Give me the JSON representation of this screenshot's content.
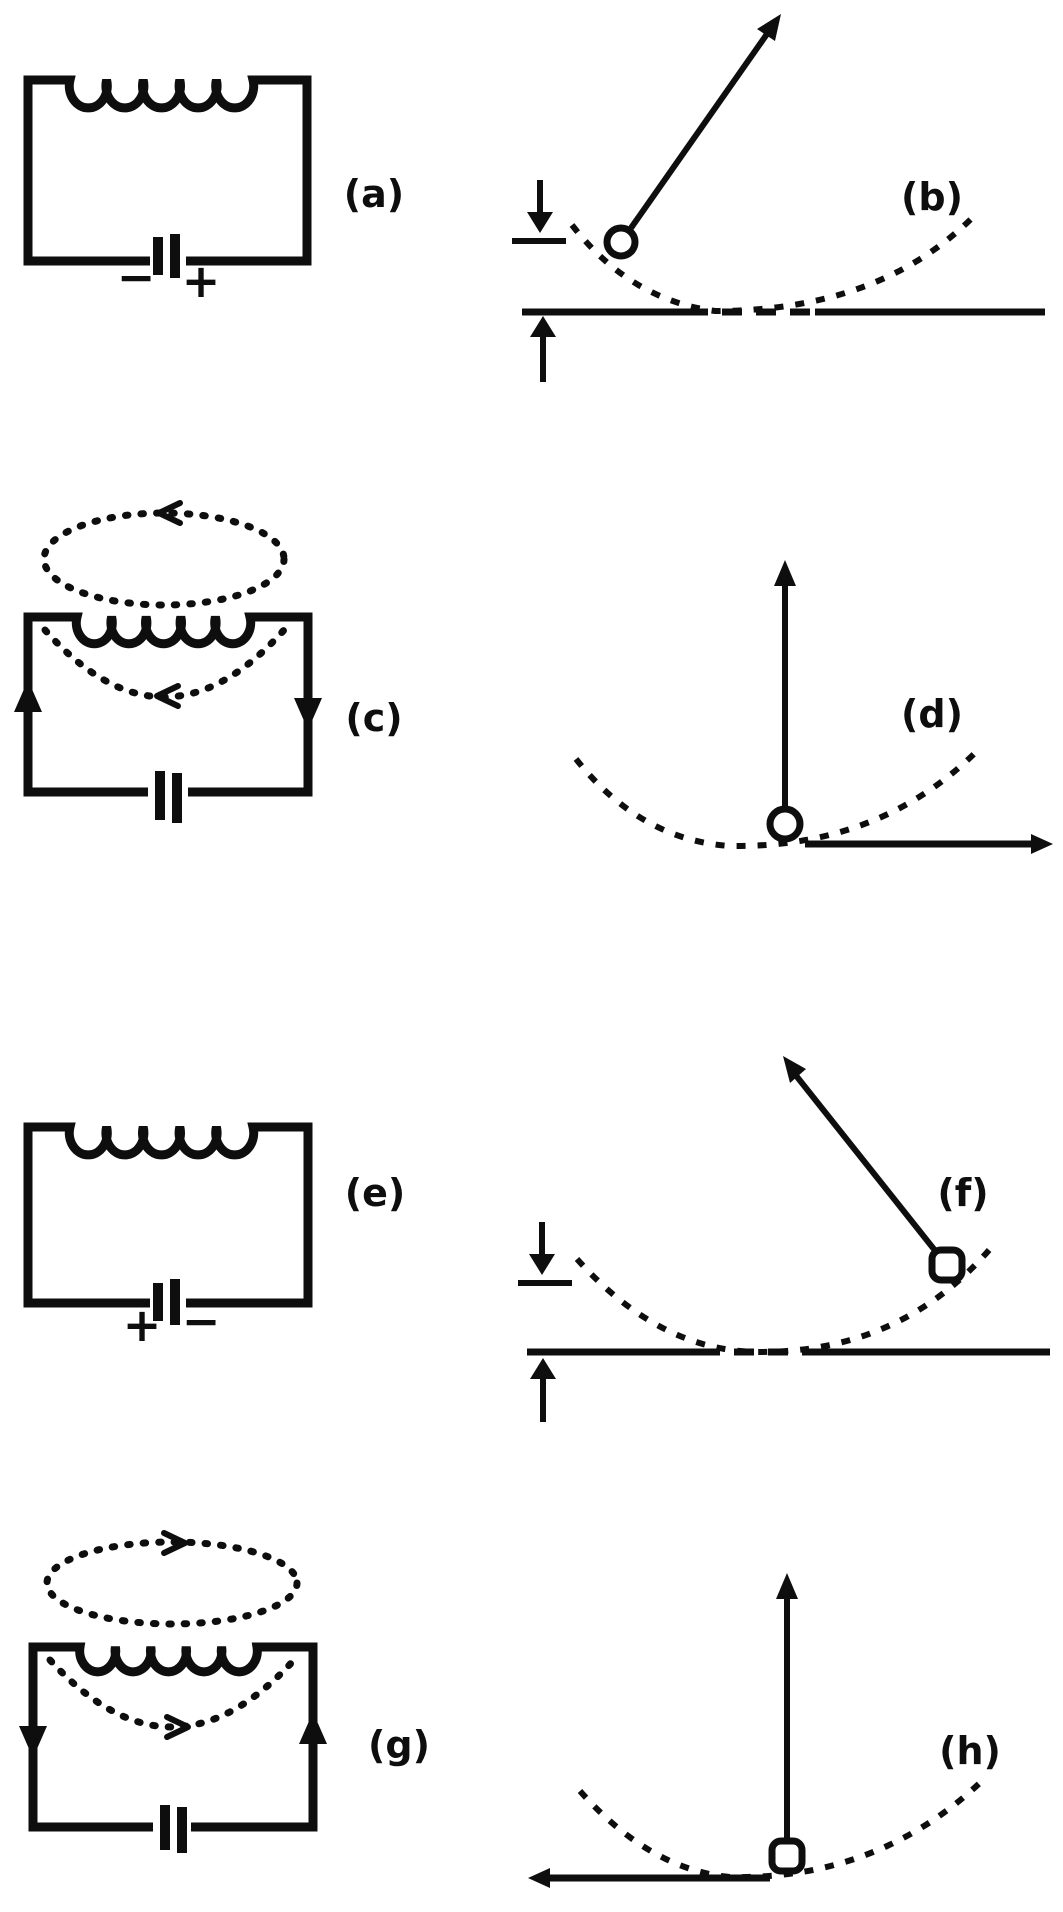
{
  "figure": {
    "title": "LC-circuit and pendulum oscillation analogy, stages (a) through (h)",
    "background_color": "#ffffff",
    "ink_color": "#0e0e0e"
  },
  "panels": {
    "a": {
      "label": "(a)",
      "kind": "LC circuit, capacitor fully charged",
      "capacitor_signs": {
        "left": "−",
        "right": "+"
      },
      "components": [
        "inductor-coil",
        "capacitor",
        "wire-loop"
      ]
    },
    "b": {
      "label": "(b)",
      "kind": "pendulum displaced to left at maximum height",
      "components": [
        "pendulum-rod",
        "pendulum-bob",
        "swing-arc",
        "ground-line",
        "height-down-arrow",
        "height-reference-bar",
        "ground-up-arrow"
      ]
    },
    "c": {
      "label": "(c)",
      "kind": "LC circuit discharging, current flows with magnetic field around coil, field arrows point left",
      "components": [
        "inductor-coil",
        "capacitor",
        "wire-loop",
        "field-line-ellipse",
        "field-line-arc",
        "current-arrow-up-left-wire",
        "current-arrow-down-right-wire"
      ]
    },
    "d": {
      "label": "(d)",
      "kind": "pendulum at lowest point moving right at maximum speed",
      "components": [
        "pendulum-rod",
        "pendulum-bob",
        "swing-arc",
        "velocity-arrow-right"
      ]
    },
    "e": {
      "label": "(e)",
      "kind": "LC circuit, capacitor recharged with opposite polarity",
      "capacitor_signs": {
        "left": "+",
        "right": "−"
      },
      "components": [
        "inductor-coil",
        "capacitor",
        "wire-loop"
      ]
    },
    "f": {
      "label": "(f)",
      "kind": "pendulum displaced to right at maximum height",
      "components": [
        "pendulum-rod",
        "pendulum-bob",
        "swing-arc",
        "ground-line",
        "height-down-arrow",
        "height-reference-bar",
        "ground-up-arrow"
      ]
    },
    "g": {
      "label": "(g)",
      "kind": "LC circuit discharging in reverse, field arrows point right, currents reversed",
      "components": [
        "inductor-coil",
        "capacitor",
        "wire-loop",
        "field-line-ellipse",
        "field-line-arc",
        "current-arrow-down-left-wire",
        "current-arrow-up-right-wire"
      ]
    },
    "h": {
      "label": "(h)",
      "kind": "pendulum at lowest point moving left at maximum speed",
      "components": [
        "pendulum-rod",
        "pendulum-bob",
        "swing-arc",
        "velocity-arrow-left"
      ]
    }
  }
}
